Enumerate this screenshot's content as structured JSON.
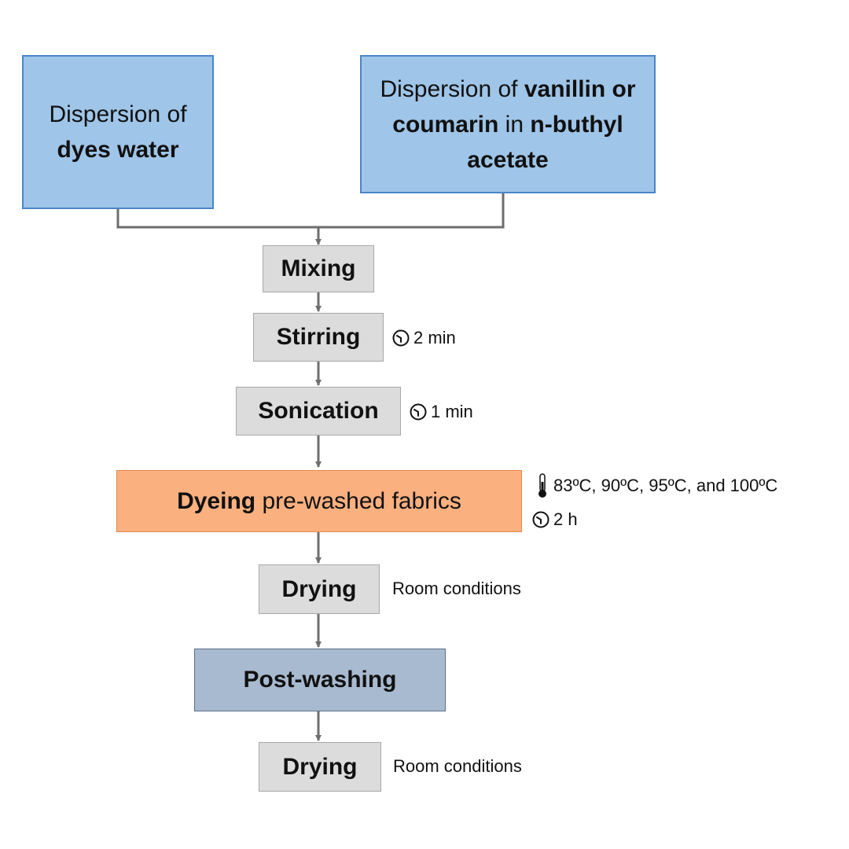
{
  "source_boxes": {
    "dyes": {
      "prefix": "Dispersion of",
      "bold": "dyes water"
    },
    "fragrance": {
      "prefix": "Dispersion of",
      "bold1": "vanillin or coumarin",
      "middle": "in",
      "bold2": "n-buthyl acetate"
    }
  },
  "steps": {
    "mixing": "Mixing",
    "stirring": "Stirring",
    "sonication": "Sonication",
    "dyeing_bold": "Dyeing",
    "dyeing_rest": "pre-washed fabrics",
    "drying_1": "Drying",
    "post_washing": "Post-washing",
    "drying_2": "Drying"
  },
  "notes": {
    "stirring_time": "2 min",
    "sonication_time": "1 min",
    "dyeing_temperatures": "83ºC, 90ºC, 95ºC, and 100ºC",
    "dyeing_time": "2 h",
    "drying_1_conditions": "Room conditions",
    "drying_2_conditions": "Room conditions"
  },
  "icons": {
    "timer": "clock-icon",
    "temperature": "thermometer-icon"
  },
  "colors": {
    "source_fill": "#9fc5e8",
    "source_border": "#4a86c8",
    "process_fill": "#dcdcdc",
    "dyeing_fill": "#fab07f",
    "post_washing_fill": "#a7bad0",
    "connector": "#6e6e6e"
  }
}
